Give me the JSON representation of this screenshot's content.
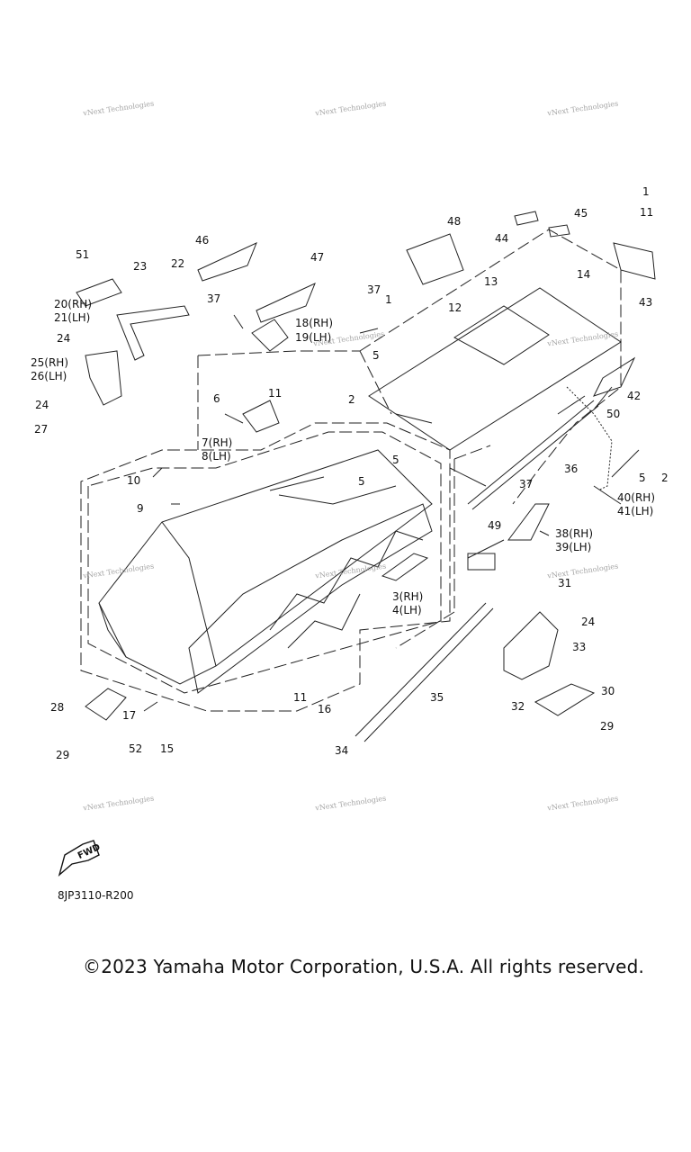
{
  "watermark": "vNext Technologies",
  "diagram_code": "8JP3110-R200",
  "fwd_label": "FWD",
  "copyright": "©2023 Yamaha Motor Corporation, U.S.A. All rights reserved.",
  "callouts": {
    "c1a": "1",
    "c11a": "11",
    "c43": "43",
    "c44": "44",
    "c45": "45",
    "c48": "48",
    "c46": "46",
    "c47": "47",
    "c51": "51",
    "c23": "23",
    "c22": "22",
    "c20": "20(RH)",
    "c21": "21(LH)",
    "c37a": "37",
    "c37b": "37",
    "c1b": "1",
    "c13": "13",
    "c14": "14",
    "c12": "12",
    "c18": "18(RH)",
    "c19": "19(LH)",
    "c24a": "24",
    "c25": "25(RH)",
    "c26": "26(LH)",
    "c5a": "5",
    "c42": "42",
    "c6": "6",
    "c11b": "11",
    "c2a": "2",
    "c24b": "24",
    "c27": "27",
    "c50": "50",
    "c7": "7(RH)",
    "c8": "8(LH)",
    "c5b": "5",
    "c36": "36",
    "c5c": "5",
    "c2b": "2",
    "c10": "10",
    "c5d": "5",
    "c37c": "37",
    "c40": "40(RH)",
    "c41": "41(LH)",
    "c9": "9",
    "c49": "49",
    "c38": "38(RH)",
    "c39": "39(LH)",
    "c31": "31",
    "c3": "3(RH)",
    "c4": "4(LH)",
    "c24c": "24",
    "c33": "33",
    "c28": "28",
    "c17": "17",
    "c11c": "11",
    "c35": "35",
    "c30": "30",
    "c32": "32",
    "c16": "16",
    "c29a": "29",
    "c52": "52",
    "c15": "15",
    "c34": "34",
    "c29b": "29"
  }
}
